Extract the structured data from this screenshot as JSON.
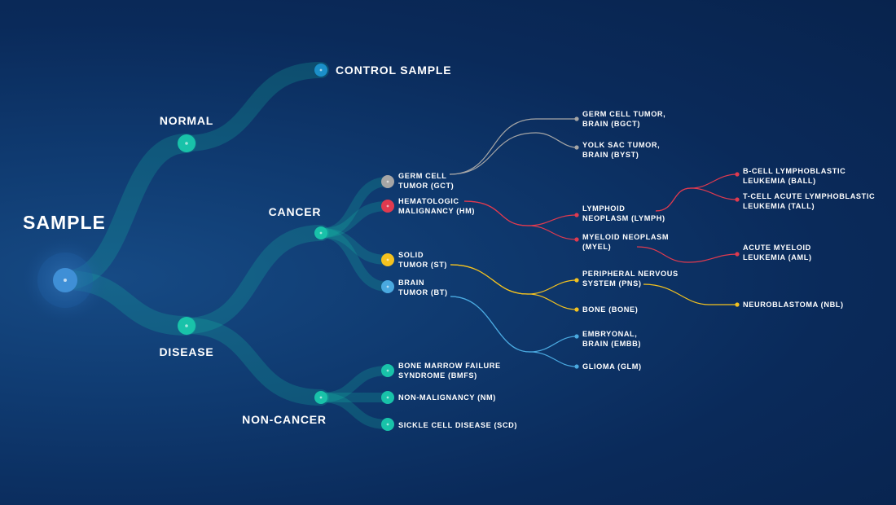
{
  "colors": {
    "background": "#0b2b5c",
    "teal": "#19c2a9",
    "sample_blue": "#3f8fd6",
    "control_blue": "#1b8fc9",
    "gray": "#a6a6a6",
    "red": "#e03a4f",
    "yellow": "#f4c21f",
    "light_blue": "#4aa9e0"
  },
  "nodes": {
    "sample": {
      "label": "SAMPLE"
    },
    "normal": {
      "label": "NORMAL"
    },
    "disease": {
      "label": "DISEASE"
    },
    "control": {
      "label": "CONTROL SAMPLE"
    },
    "cancer": {
      "label": "CANCER"
    },
    "noncancer": {
      "label": "NON-CANCER"
    },
    "gct": {
      "line1": "GERM CELL",
      "line2": "TUMOR (GCT)"
    },
    "hm": {
      "line1": "HEMATOLOGIC",
      "line2": "MALIGNANCY (HM)"
    },
    "st": {
      "line1": "SOLID",
      "line2": "TUMOR (ST)"
    },
    "bt": {
      "line1": "BRAIN",
      "line2": "TUMOR (BT)"
    },
    "bmfs": {
      "line1": "BONE MARROW FAILURE",
      "line2": "SYNDROME (BMFS)"
    },
    "nm": {
      "line1": "NON-MALIGNANCY (NM)"
    },
    "scd": {
      "line1": "SICKLE CELL DISEASE (SCD)"
    },
    "bgct": {
      "line1": "GERM CELL TUMOR,",
      "line2": "BRAIN (BGCT)"
    },
    "byst": {
      "line1": "YOLK SAC TUMOR,",
      "line2": "BRAIN (BYST)"
    },
    "lymph": {
      "line1": "LYMPHOID",
      "line2": "NEOPLASM (LYMPH)"
    },
    "myel": {
      "line1": "MYELOID NEOPLASM",
      "line2": "(MYEL)"
    },
    "pns": {
      "line1": "PERIPHERAL NERVOUS",
      "line2": "SYSTEM (PNS)"
    },
    "bone": {
      "line1": "BONE (BONE)"
    },
    "embb": {
      "line1": "EMBRYONAL,",
      "line2": "BRAIN (EMBB)"
    },
    "glm": {
      "line1": "GLIOMA (GLM)"
    },
    "ball": {
      "line1": "B-CELL LYMPHOBLASTIC",
      "line2": "LEUKEMIA (BALL)"
    },
    "tall": {
      "line1": "T-CELL ACUTE LYMPHOBLASTIC",
      "line2": "LEUKEMIA (TALL)"
    },
    "aml": {
      "line1": "ACUTE MYELOID",
      "line2": "LEUKEMIA (AML)"
    },
    "nbl": {
      "line1": "NEUROBLASTOMA (NBL)"
    }
  }
}
